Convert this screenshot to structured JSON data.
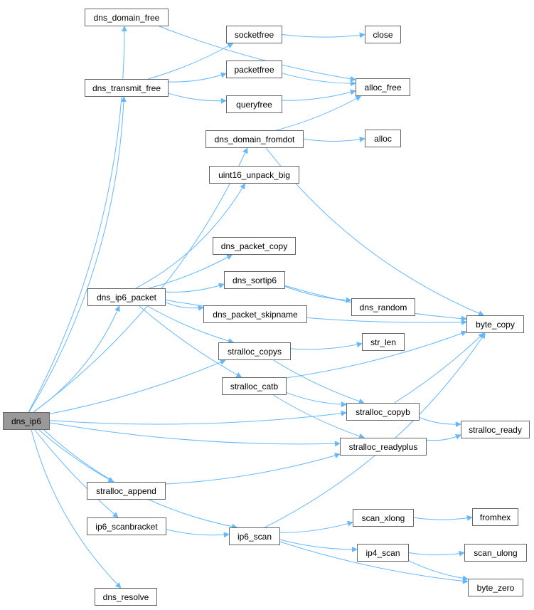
{
  "graph": {
    "root": "dns_ip6",
    "colors": {
      "edge": "#63b8ff",
      "node_border": "#666666",
      "root_fill": "#999999",
      "node_fill": "#ffffff"
    },
    "nodes": {
      "dns_ip6": "dns_ip6",
      "dns_domain_free": "dns_domain_free",
      "dns_transmit_free": "dns_transmit_free",
      "dns_domain_fromdot": "dns_domain_fromdot",
      "socketfree": "socketfree",
      "packetfree": "packetfree",
      "queryfree": "queryfree",
      "close": "close",
      "alloc_free": "alloc_free",
      "alloc": "alloc",
      "uint16_unpack_big": "uint16_unpack_big",
      "dns_packet_copy": "dns_packet_copy",
      "dns_ip6_packet": "dns_ip6_packet",
      "dns_sortip6": "dns_sortip6",
      "dns_packet_skipname": "dns_packet_skipname",
      "dns_random": "dns_random",
      "byte_copy": "byte_copy",
      "stralloc_copys": "stralloc_copys",
      "str_len": "str_len",
      "stralloc_catb": "stralloc_catb",
      "stralloc_copyb": "stralloc_copyb",
      "stralloc_ready": "stralloc_ready",
      "stralloc_readyplus": "stralloc_readyplus",
      "stralloc_append": "stralloc_append",
      "ip6_scanbracket": "ip6_scanbracket",
      "ip6_scan": "ip6_scan",
      "scan_xlong": "scan_xlong",
      "fromhex": "fromhex",
      "ip4_scan": "ip4_scan",
      "scan_ulong": "scan_ulong",
      "byte_zero": "byte_zero",
      "dns_resolve": "dns_resolve"
    },
    "edges": [
      [
        "dns_ip6",
        "dns_domain_free"
      ],
      [
        "dns_ip6",
        "dns_transmit_free"
      ],
      [
        "dns_ip6",
        "dns_domain_fromdot"
      ],
      [
        "dns_ip6",
        "dns_ip6_packet"
      ],
      [
        "dns_ip6",
        "stralloc_copys"
      ],
      [
        "dns_ip6",
        "stralloc_copyb"
      ],
      [
        "dns_ip6",
        "stralloc_readyplus"
      ],
      [
        "dns_ip6",
        "stralloc_append"
      ],
      [
        "dns_ip6",
        "ip6_scanbracket"
      ],
      [
        "dns_ip6",
        "ip6_scan"
      ],
      [
        "dns_ip6",
        "dns_resolve"
      ],
      [
        "dns_domain_free",
        "alloc_free"
      ],
      [
        "dns_transmit_free",
        "socketfree"
      ],
      [
        "dns_transmit_free",
        "packetfree"
      ],
      [
        "dns_transmit_free",
        "queryfree"
      ],
      [
        "socketfree",
        "close"
      ],
      [
        "packetfree",
        "alloc_free"
      ],
      [
        "queryfree",
        "alloc_free"
      ],
      [
        "dns_domain_fromdot",
        "alloc_free"
      ],
      [
        "dns_domain_fromdot",
        "alloc"
      ],
      [
        "dns_domain_fromdot",
        "byte_copy"
      ],
      [
        "dns_ip6_packet",
        "uint16_unpack_big"
      ],
      [
        "dns_ip6_packet",
        "byte_copy"
      ],
      [
        "dns_ip6_packet",
        "dns_packet_copy"
      ],
      [
        "dns_ip6_packet",
        "dns_sortip6"
      ],
      [
        "dns_ip6_packet",
        "dns_packet_skipname"
      ],
      [
        "dns_ip6_packet",
        "stralloc_copys"
      ],
      [
        "dns_ip6_packet",
        "stralloc_catb"
      ],
      [
        "dns_sortip6",
        "byte_copy"
      ],
      [
        "dns_sortip6",
        "dns_random"
      ],
      [
        "stralloc_copys",
        "str_len"
      ],
      [
        "stralloc_copys",
        "stralloc_copyb"
      ],
      [
        "stralloc_catb",
        "byte_copy"
      ],
      [
        "stralloc_catb",
        "stralloc_copyb"
      ],
      [
        "stralloc_catb",
        "stralloc_readyplus"
      ],
      [
        "stralloc_copyb",
        "byte_copy"
      ],
      [
        "stralloc_copyb",
        "stralloc_ready"
      ],
      [
        "stralloc_readyplus",
        "stralloc_ready"
      ],
      [
        "stralloc_append",
        "stralloc_readyplus"
      ],
      [
        "ip6_scanbracket",
        "ip6_scan"
      ],
      [
        "ip6_scan",
        "byte_copy"
      ],
      [
        "ip6_scan",
        "scan_xlong"
      ],
      [
        "ip6_scan",
        "ip4_scan"
      ],
      [
        "ip6_scan",
        "byte_zero"
      ],
      [
        "scan_xlong",
        "fromhex"
      ],
      [
        "ip4_scan",
        "scan_ulong"
      ],
      [
        "ip4_scan",
        "byte_zero"
      ]
    ]
  }
}
